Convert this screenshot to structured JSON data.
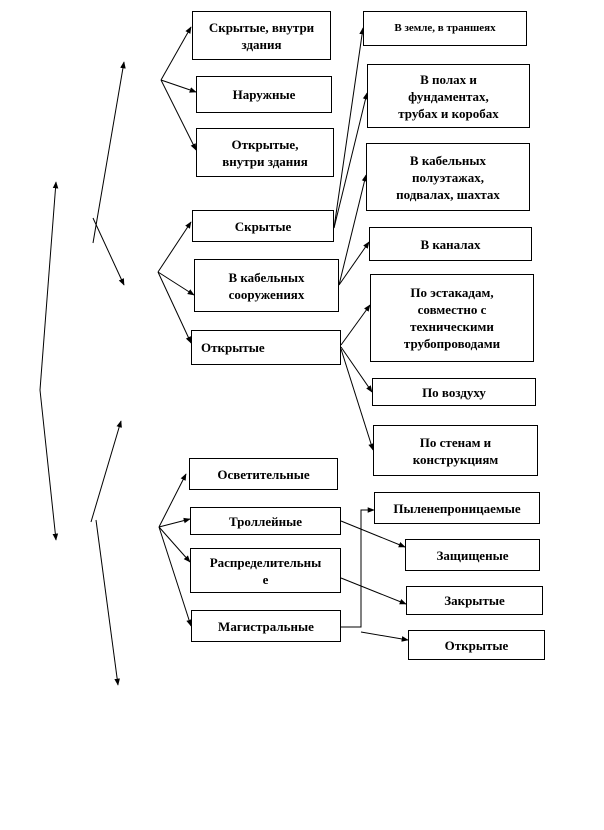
{
  "nodes": {
    "hidden_inside": "Скрытые, внутри\nздания",
    "outdoor": "Наружные",
    "open_inside": "Открытые,\nвнутри здания",
    "hidden": "Скрытые",
    "cable_structures": "В кабельных\nсооружениях",
    "open": "Открытые",
    "in_ground": "В земле, в траншеях",
    "in_floors": "В полах и\nфундаментах,\nтрубах и коробах",
    "cable_floors": "В кабельных\nполуэтажах,\nподвалах, шахтах",
    "in_channels": "В каналах",
    "on_trestles": "По эстакадам,\nсовместно с\nтехническими\nтрубопроводами",
    "by_air": "По воздуху",
    "on_walls": "По стенам и\nконструкциям",
    "lighting": "Осветительные",
    "trolley": "Троллейные",
    "distribution": "Распределительны\nе",
    "trunk": "Магистральные",
    "dustproof": "Пыленепроницаемые",
    "protected": "Защищеные",
    "closed": "Закрытые",
    "open_type": "Открытые"
  },
  "colors": {
    "line": "#000000",
    "box_border": "#000000",
    "background": "#ffffff"
  }
}
